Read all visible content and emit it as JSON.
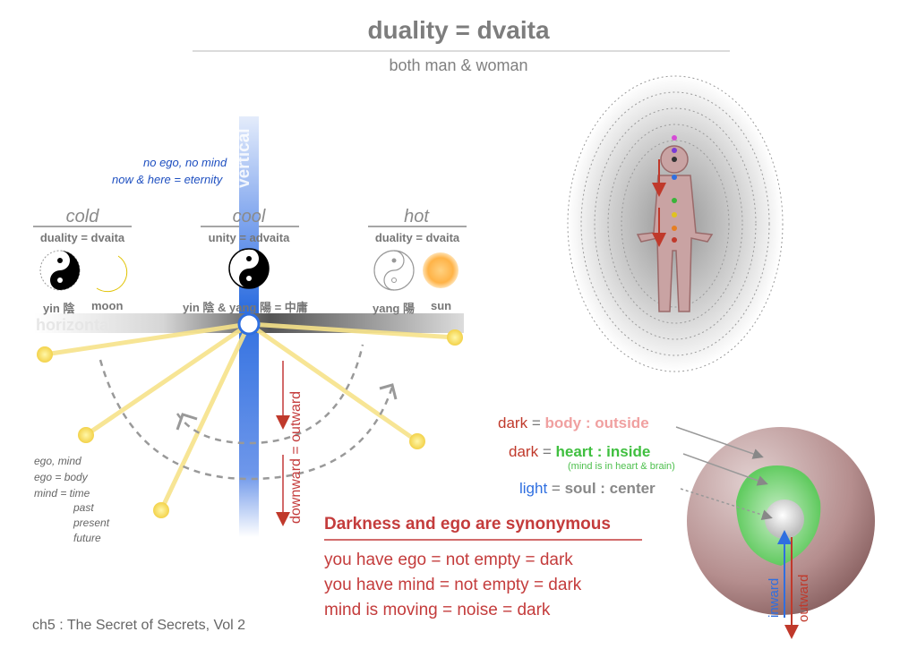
{
  "title": "duality = dvaita",
  "subtitle": "both man & woman",
  "columns": {
    "cold": {
      "head": "cold",
      "sub": "duality = dvaita",
      "icon1_label": "yin 陰",
      "icon2_label": "moon"
    },
    "cool": {
      "head": "cool",
      "sub": "unity = advaita",
      "icon_label": "yin 陰 & yang 陽 = 中庸"
    },
    "hot": {
      "head": "hot",
      "sub": "duality = dvaita",
      "icon1_label": "yang 陽",
      "icon2_label": "sun"
    }
  },
  "axis": {
    "vertical": "vertical",
    "horizontal": "horizontal",
    "downward": "downward = outward"
  },
  "no_ego": {
    "line1": "no ego, no mind",
    "line2": "now & here = eternity"
  },
  "ego_notes": [
    "ego, mind",
    "ego = body",
    "mind = time",
    "past",
    "present",
    "future"
  ],
  "dark_labels": {
    "row1_left": "dark",
    "row1_eq": "=",
    "row1_right": "body : outside",
    "row2_left": "dark",
    "row2_eq": "=",
    "row2_right": "heart : inside",
    "row2_note": "(mind is in heart & brain)",
    "row3_left": "light",
    "row3_eq": "=",
    "row3_right": "soul : center"
  },
  "sphere_arrows": {
    "inward": "inward",
    "outward": "outward"
  },
  "statement": {
    "heading": "Darkness and ego are synonymous",
    "lines": [
      "you have ego = not empty = dark",
      "you have mind = not empty = dark",
      "mind is moving = noise = dark"
    ]
  },
  "footer": "ch5 : The Secret of Secrets, Vol 2",
  "colors": {
    "accent_red": "#c43c3c",
    "blue": "#2f6fe0",
    "green": "#4cc04c",
    "pink": "#f0a0a0",
    "yellow": "#f7d94a"
  },
  "icons": [
    "yin-yang-icon",
    "moon-icon",
    "sun-icon",
    "human-body-icon",
    "sphere-icon"
  ]
}
